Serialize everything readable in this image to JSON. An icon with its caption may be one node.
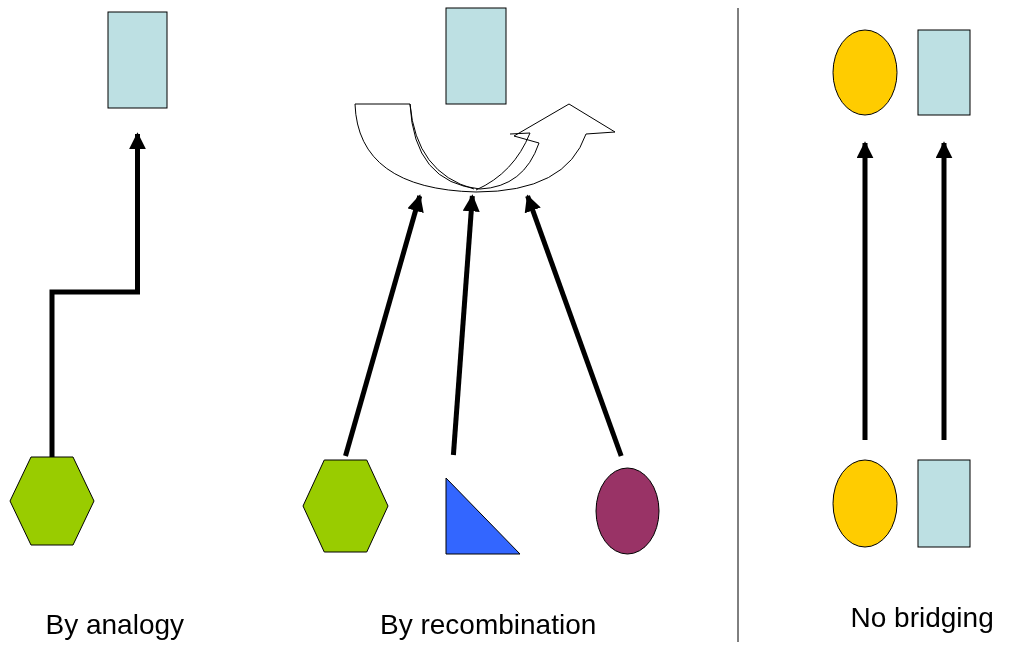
{
  "diagram": {
    "nodes": [
      {
        "text": [],
        "shape": "box"
      },
      {
        "text": [],
        "shape": "hexagon"
      },
      {
        "text": [],
        "shape": "box"
      },
      {
        "text": [],
        "shape": "arrow"
      },
      {
        "text": [],
        "shape": "hexagon"
      },
      {
        "text": [],
        "shape": "triangle"
      },
      {
        "text": [],
        "shape": "ellipse"
      },
      {
        "text": [],
        "shape": "ellipse"
      },
      {
        "text": [],
        "shape": "box"
      },
      {
        "text": [],
        "shape": "ellipse"
      },
      {
        "text": [],
        "shape": "box"
      }
    ],
    "edges": [
      {
        "from": 1,
        "to": 0,
        "arrow": "to"
      },
      {
        "from": 4,
        "to": 3,
        "arrow": "to"
      },
      {
        "from": 5,
        "to": 3,
        "arrow": "to"
      },
      {
        "from": 6,
        "to": 3,
        "arrow": "to"
      },
      {
        "from": 9,
        "to": 7,
        "arrow": "to"
      },
      {
        "from": 10,
        "to": 8,
        "arrow": "to"
      }
    ],
    "labels": [
      "By analogy",
      "By recombination",
      "No bridging"
    ]
  }
}
